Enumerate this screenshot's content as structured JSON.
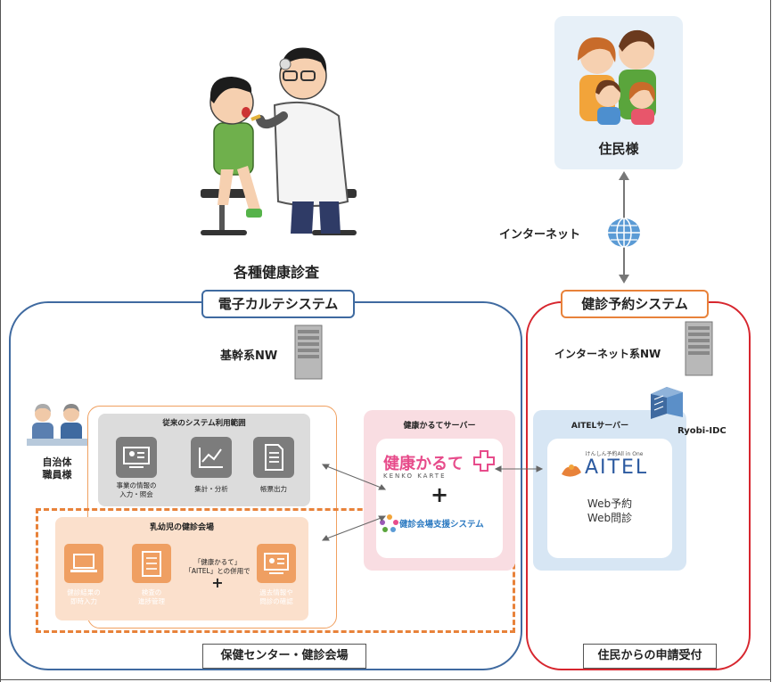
{
  "exam": {
    "title": "各種健康診査"
  },
  "residents": {
    "label": "住民様"
  },
  "internet": {
    "label": "インターネット"
  },
  "ehr_system": {
    "title": "電子カルテシステム",
    "backbone_nw": "基幹系NW",
    "footer": "保健センター・健診会場"
  },
  "reservation_system": {
    "title": "健診予約システム",
    "internet_nw": "インターネット系NW",
    "idc": "Ryobi-IDC",
    "footer": "住民からの申請受付"
  },
  "staff": {
    "label_line1": "自治体",
    "label_line2": "職員様"
  },
  "legacy": {
    "title": "従来のシステム利用範囲",
    "items": [
      {
        "label_line1": "事業の情報の",
        "label_line2": "入力・照会"
      },
      {
        "label_line1": "集計・分析",
        "label_line2": ""
      },
      {
        "label_line1": "帳票出力",
        "label_line2": ""
      }
    ]
  },
  "infant": {
    "title": "乳幼児の健診会場",
    "items": [
      {
        "label_line1": "健診結果の",
        "label_line2": "即時入力"
      },
      {
        "label_line1": "検査の",
        "label_line2": "進捗管理"
      },
      {
        "label_line1": "過去情報や",
        "label_line2": "問診の確認"
      }
    ],
    "combo_line1": "「健康かるて」",
    "combo_line2": "「AITEL」との併用で",
    "combo_plus": "+"
  },
  "kenko_server": {
    "title": "健康かるてサーバー",
    "logo_main": "健康かるて",
    "logo_roman": "KENKO KARTE",
    "plus": "+",
    "venue_logo": "健診会場支援システム"
  },
  "aitel_server": {
    "title": "AITELサーバー",
    "logo_small": "けんしん予約All in One",
    "logo_main": "AITEL",
    "feature1": "Web予約",
    "feature2": "Web問診"
  },
  "colors": {
    "ehr_blue": "#3f6aa0",
    "reservation_red": "#d7262e",
    "orange": "#e8823a",
    "pink": "#f9dde2",
    "light_blue": "#d7e6f4"
  }
}
